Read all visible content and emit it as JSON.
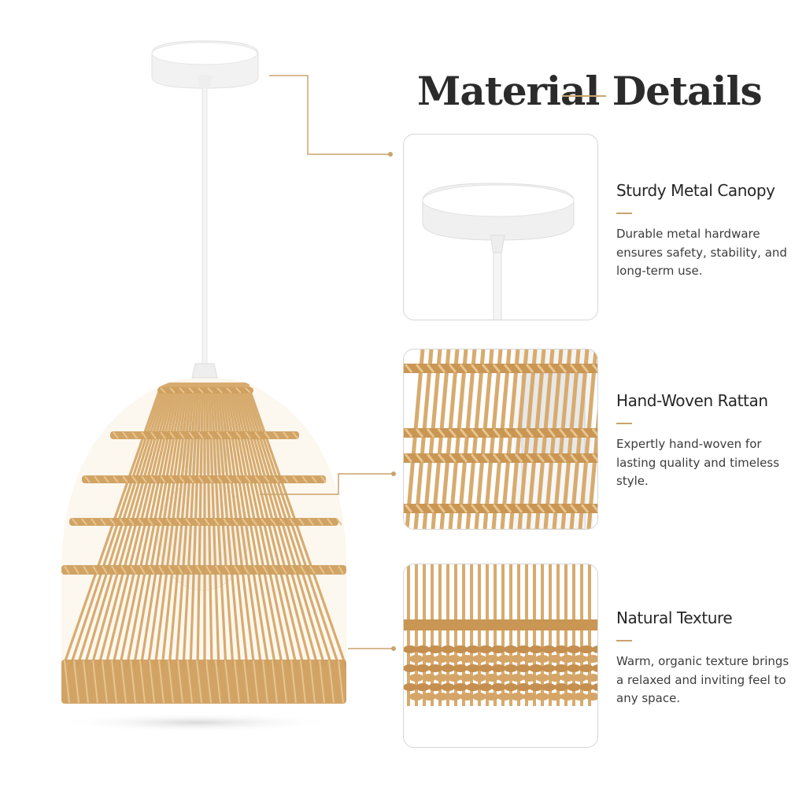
{
  "header": {
    "title": "Material Details"
  },
  "features": [
    {
      "title": "Sturdy Metal Canopy",
      "description": "Durable metal hardware ensures safety, stability, and long-term use."
    },
    {
      "title": "Hand-Woven Rattan",
      "description": "Expertly hand-woven for lasting quality and timeless style."
    },
    {
      "title": "Natural Texture",
      "description": "Warm, organic texture brings a relaxed and inviting feel to any space."
    }
  ],
  "colors": {
    "accent": "#c9a46a",
    "rattan": "#d7ab6e",
    "text": "#2b2b2b"
  }
}
